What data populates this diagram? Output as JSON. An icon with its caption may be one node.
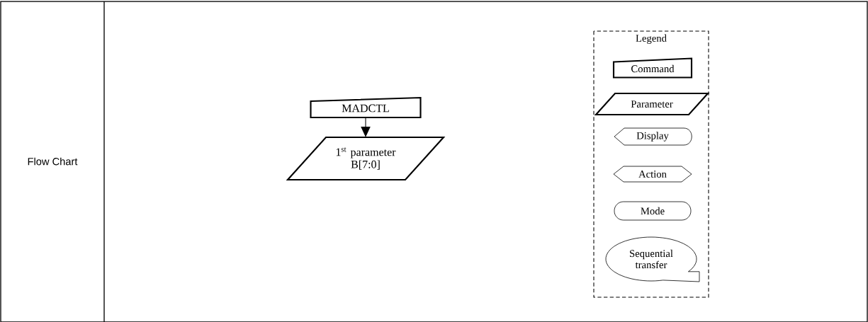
{
  "diagram": {
    "nodes": [
      {
        "text": [
          "MADCTL"
        ]
      },
      {
        "text": [
          "1$^{st}$ parameter B[7:0]"
        ]
      },
      {
        "text": [
          "Legend"
        ]
      },
      {
        "text": [
          "Command"
        ],
        "in": 2
      },
      {
        "text": [
          "Parameter"
        ],
        "in": 2
      },
      {
        "text": [
          "Display"
        ],
        "in": 2
      },
      {
        "text": [
          "Action"
        ],
        "in": 2
      },
      {
        "text": [
          "Mode"
        ],
        "in": 2
      },
      {
        "text": [
          "Sequential transfer"
        ],
        "in": 2
      }
    ],
    "edges": [
      {
        "from": 0,
        "to": 1,
        "arrow": "to"
      }
    ],
    "labels": [
      "Flow Chart"
    ]
  }
}
